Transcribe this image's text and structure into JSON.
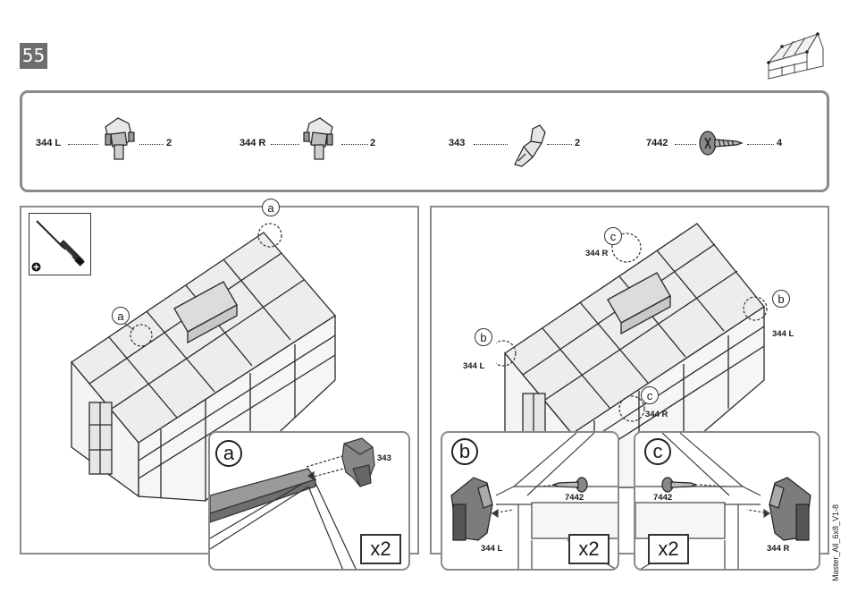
{
  "step_number": "55",
  "parts": [
    {
      "code": "344 L",
      "qty": "2"
    },
    {
      "code": "344 R",
      "qty": "2"
    },
    {
      "code": "343",
      "qty": "2"
    },
    {
      "code": "7442",
      "qty": "4"
    }
  ],
  "left_panel": {
    "callout_a": "a",
    "inset": {
      "letter": "a",
      "part": "343",
      "count": "x2"
    }
  },
  "right_panel": {
    "callouts": [
      {
        "letter": "c",
        "label": "344 R"
      },
      {
        "letter": "b",
        "label": "344 L"
      },
      {
        "letter": "b",
        "label": "344 L"
      },
      {
        "letter": "c",
        "label": "344 R"
      }
    ],
    "inset_b": {
      "letter": "b",
      "screw": "7442",
      "part": "344 L",
      "count": "x2"
    },
    "inset_c": {
      "letter": "c",
      "screw": "7442",
      "part": "344 R",
      "count": "x2"
    }
  },
  "footer_code": "Master_All_6x8_V1-8",
  "icons": [
    "greenhouse-thumbnail-icon",
    "screwdriver-icon",
    "phillips-plus-icon"
  ]
}
